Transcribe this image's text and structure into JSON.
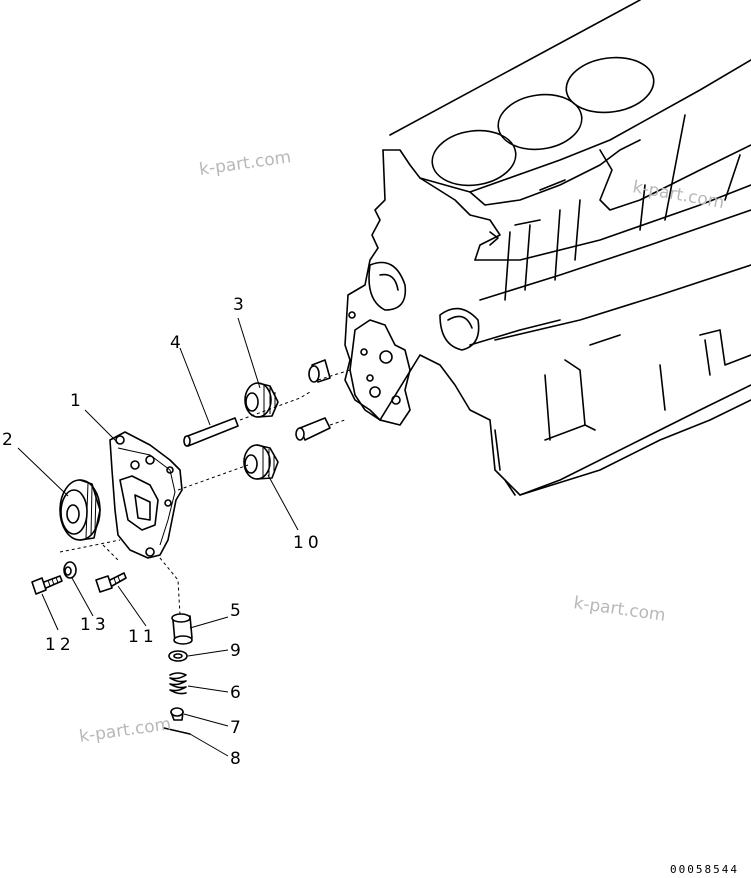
{
  "watermarks": [
    "k-part.com",
    "k-part.com",
    "k-part.com",
    "k-part.com"
  ],
  "document_number": "00058544",
  "callouts": {
    "c1": "1",
    "c2": "2",
    "c3": "3",
    "c4": "4",
    "c5": "5",
    "c6": "6",
    "c7": "7",
    "c8": "8",
    "c9": "9",
    "c10": "10",
    "c11": "11",
    "c12": "12",
    "c13": "13"
  }
}
